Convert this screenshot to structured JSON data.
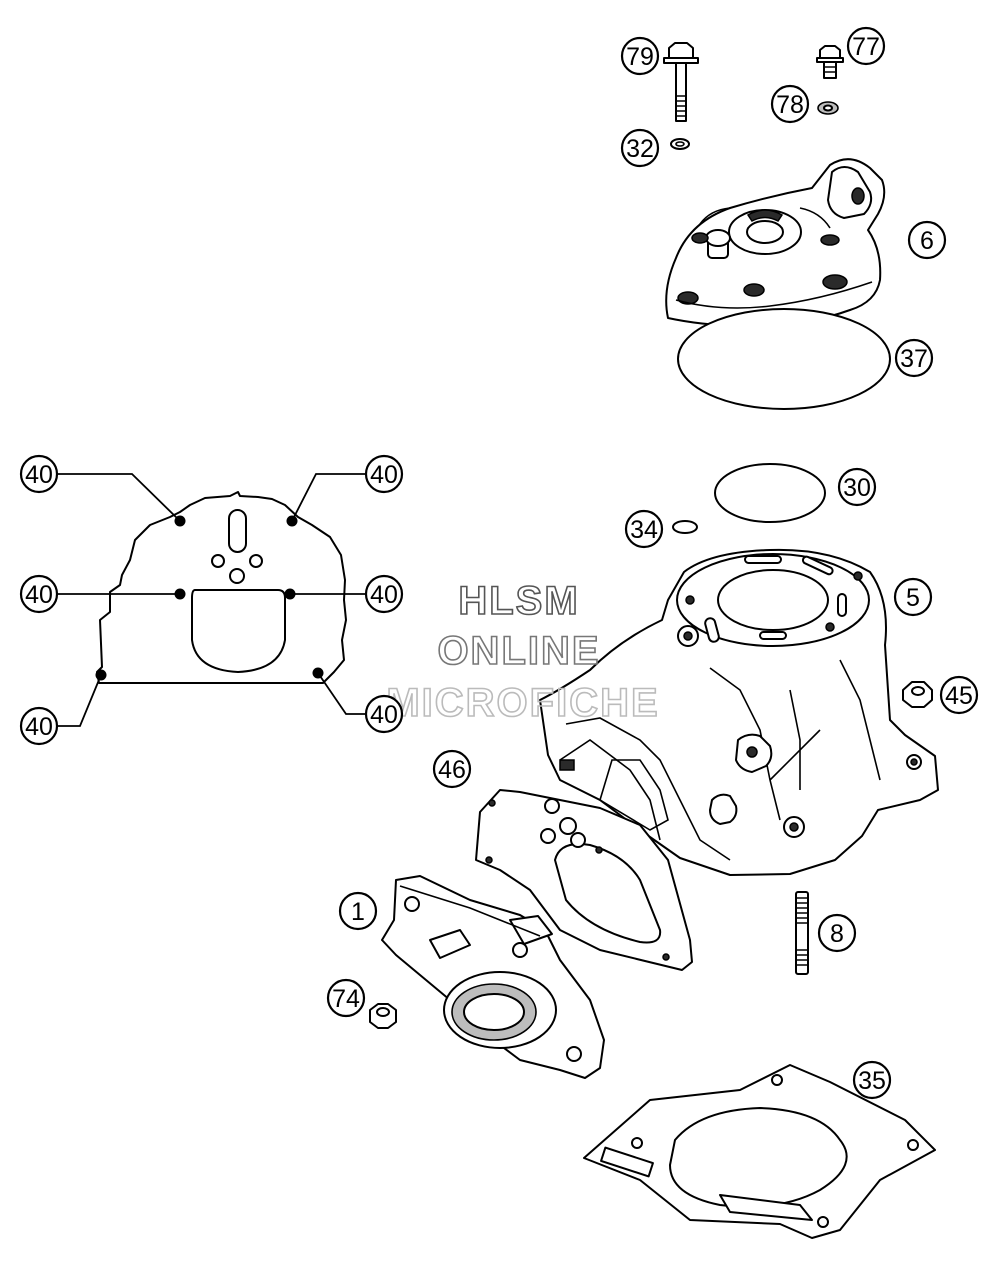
{
  "watermark": {
    "line1": "HLSM",
    "line2": "ONLINE",
    "line3": "MICROFICHE"
  },
  "callouts": {
    "c79": "79",
    "c77": "77",
    "c78": "78",
    "c32": "32",
    "c6": "6",
    "c37": "37",
    "c40a": "40",
    "c40b": "40",
    "c40c": "40",
    "c40d": "40",
    "c40e": "40",
    "c40f": "40",
    "c30": "30",
    "c34": "34",
    "c5": "5",
    "c45": "45",
    "c46": "46",
    "c1": "1",
    "c8": "8",
    "c74": "74",
    "c35": "35"
  }
}
